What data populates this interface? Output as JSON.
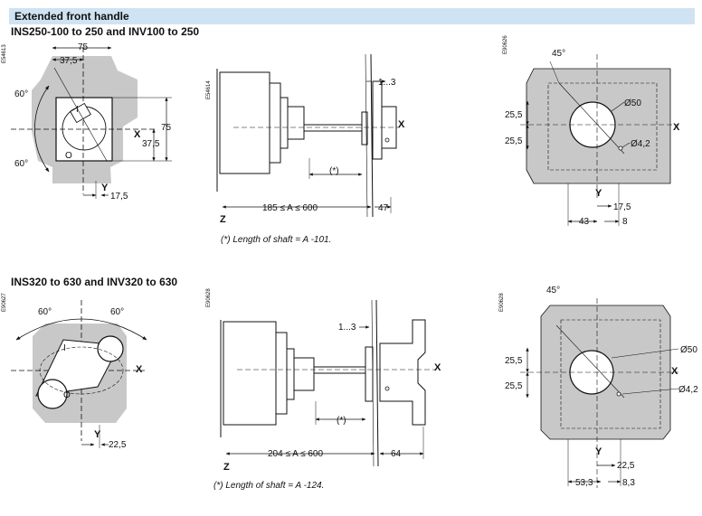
{
  "header": {
    "title": "Extended front handle"
  },
  "sections": [
    {
      "title": "INS250-100 to 250 and INV100 to 250"
    },
    {
      "title": "INS320 to 630 and INV320 to 630"
    }
  ],
  "top_row": {
    "handle": {
      "ref": "E54613",
      "dims": {
        "width": "75",
        "half_width": "37,5",
        "height": "75",
        "half_height": "37,5",
        "offset": "17,5"
      },
      "angles": {
        "upper": "60°",
        "lower": "60°"
      },
      "axes": {
        "x": "X",
        "y": "Y"
      },
      "marks": {
        "on": "I",
        "off": "O"
      }
    },
    "side": {
      "ref": "E54614",
      "gap": "1...3",
      "range": "185 ≤ A ≤ 600",
      "end": "47",
      "shaft": "(*)",
      "z_axis": "Z",
      "x_axis": "X",
      "note": "(*) Length of shaft = A -101."
    },
    "panel": {
      "ref": "E90626",
      "angle": "45°",
      "diameter": "Ø50",
      "hole": "Ø4,2",
      "dy1": "25,5",
      "dy2": "25,5",
      "dx1": "17,5",
      "dx2": "43",
      "dx3": "8",
      "axes": {
        "x": "X",
        "y": "Y"
      }
    }
  },
  "bottom_row": {
    "handle": {
      "ref": "E90627",
      "angles": {
        "left": "60°",
        "right": "60°"
      },
      "offset": "22,5",
      "axes": {
        "x": "X",
        "y": "Y"
      },
      "marks": {
        "on": "I",
        "off": "O"
      }
    },
    "side": {
      "ref": "E90628",
      "gap": "1...3",
      "range": "204 ≤ A ≤ 600",
      "end": "64",
      "shaft": "(*)",
      "z_axis": "Z",
      "x_axis": "X",
      "note": "(*) Length of shaft = A -124."
    },
    "panel": {
      "ref": "E90628",
      "angle": "45°",
      "diameter": "Ø50",
      "hole": "Ø4,2",
      "dy1": "25,5",
      "dy2": "25,5",
      "dx1": "22,5",
      "dx2": "53,3",
      "dx3": "8,3",
      "axes": {
        "x": "X",
        "y": "Y"
      }
    }
  },
  "colors": {
    "header_bg": "#cfe3f2",
    "panel_fill": "#c8c8c8",
    "line": "#111111"
  }
}
